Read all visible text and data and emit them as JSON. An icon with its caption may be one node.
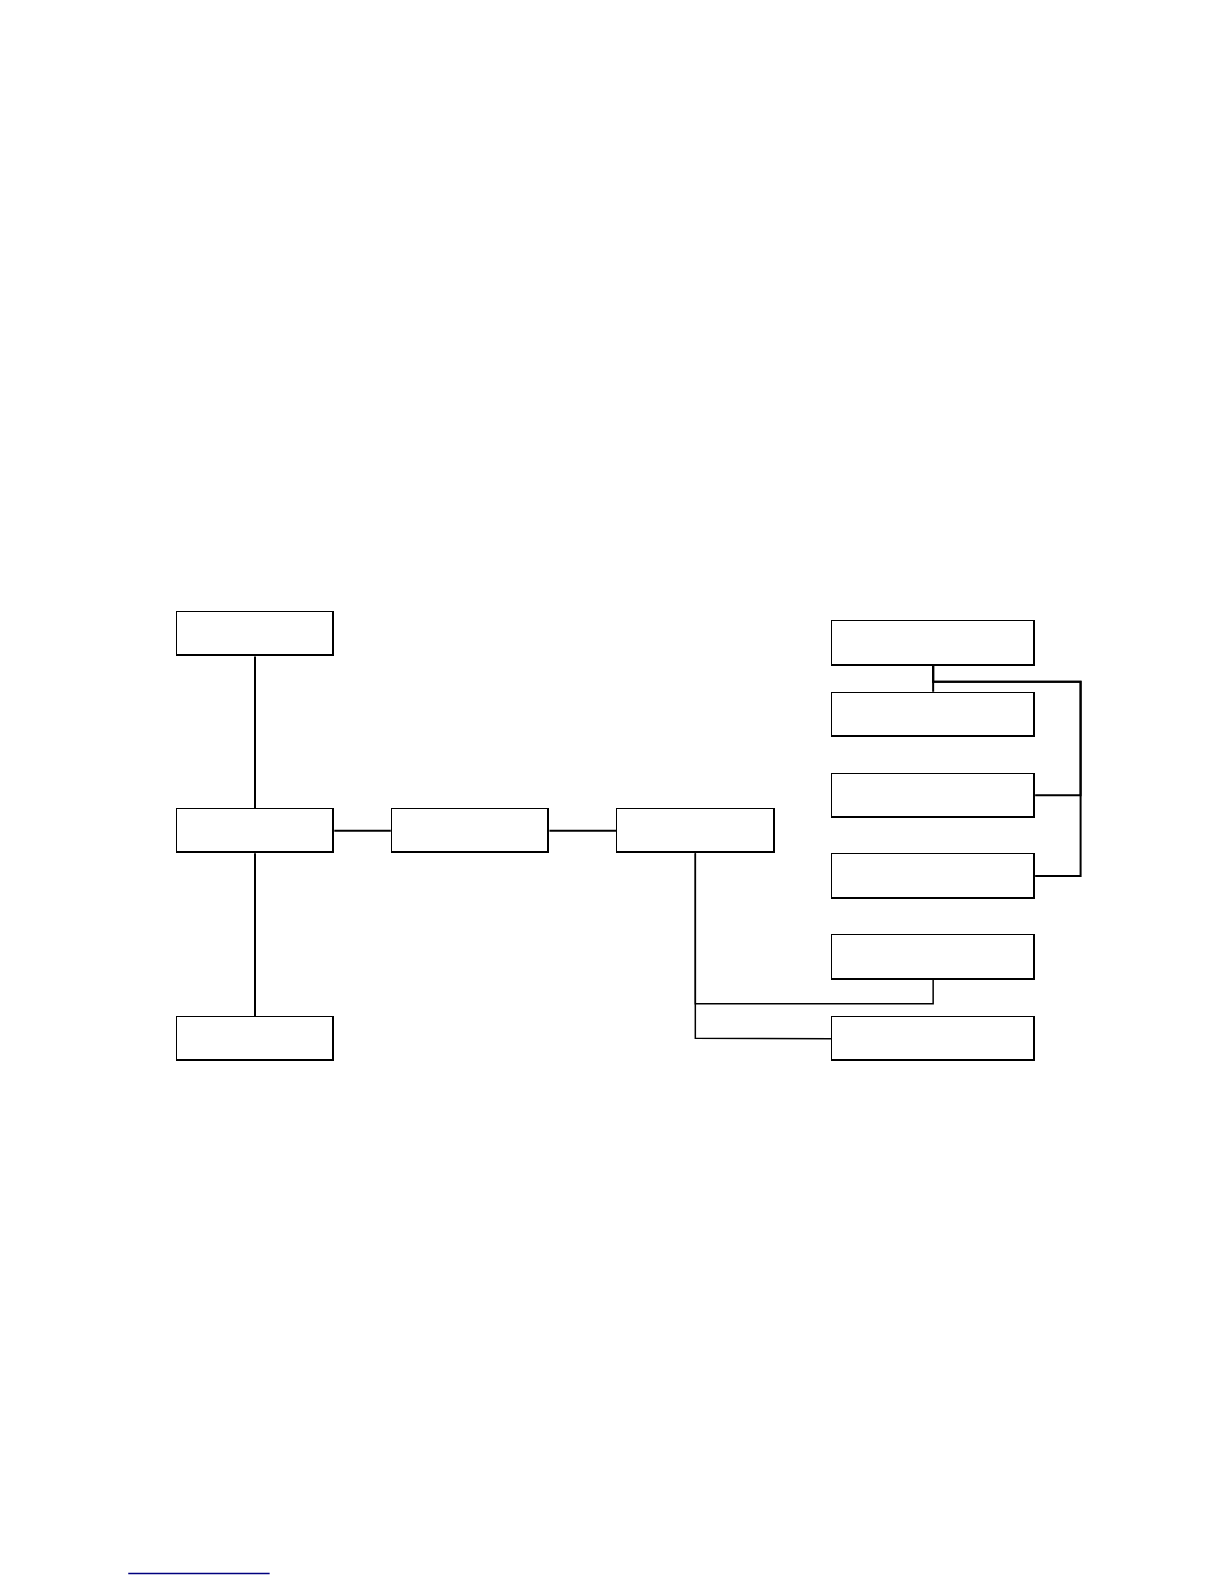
{
  "diagram": {
    "nodes": [
      {
        "text": [],
        "shape": "box"
      },
      {
        "text": [],
        "shape": "box"
      },
      {
        "text": [],
        "shape": "box"
      },
      {
        "text": [],
        "shape": "box"
      },
      {
        "text": [],
        "shape": "box"
      },
      {
        "text": [],
        "shape": "box"
      },
      {
        "text": [],
        "shape": "box"
      },
      {
        "text": [],
        "shape": "box"
      },
      {
        "text": [],
        "shape": "box"
      },
      {
        "text": [],
        "shape": "box"
      },
      {
        "text": [],
        "shape": "box"
      }
    ],
    "edges": [
      {
        "from": 0,
        "to": 1,
        "arrow": "none"
      },
      {
        "from": 1,
        "to": 4,
        "arrow": "none"
      },
      {
        "from": 1,
        "to": 2,
        "arrow": "none"
      },
      {
        "from": 2,
        "to": 3,
        "arrow": "none"
      },
      {
        "from": 3,
        "to": 9,
        "arrow": "none"
      },
      {
        "from": 3,
        "to": 10,
        "arrow": "none"
      },
      {
        "from": 5,
        "to": 6,
        "arrow": "none"
      },
      {
        "from": 5,
        "to": 7,
        "arrow": "none"
      },
      {
        "from": 5,
        "to": 8,
        "arrow": "none"
      }
    ]
  }
}
